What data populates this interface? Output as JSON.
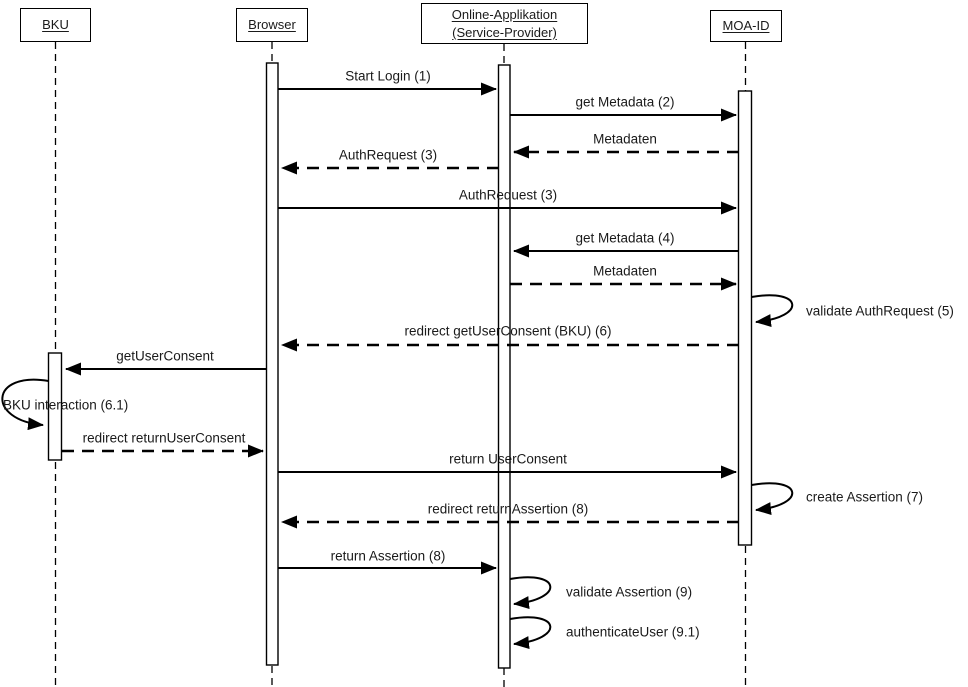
{
  "diagram": {
    "type": "uml-sequence-diagram",
    "background_color": "#ffffff",
    "line_color": "#000000",
    "actors": [
      {
        "id": "bku",
        "label": "BKU"
      },
      {
        "id": "browser",
        "label": "Browser"
      },
      {
        "id": "online-applikation",
        "label": "Online-Applikation (Service-Provider)"
      },
      {
        "id": "moa-id",
        "label": "MOA-ID"
      }
    ],
    "messages": [
      {
        "label": "Start Login (1)",
        "from": "Browser",
        "to": "Online-Applikation (Service-Provider)",
        "style": "solid"
      },
      {
        "label": "get Metadata (2)",
        "from": "Online-Applikation (Service-Provider)",
        "to": "MOA-ID",
        "style": "solid"
      },
      {
        "label": "Metadaten",
        "from": "MOA-ID",
        "to": "Online-Applikation (Service-Provider)",
        "style": "dashed"
      },
      {
        "label": "AuthRequest (3)",
        "from": "Online-Applikation (Service-Provider)",
        "to": "Browser",
        "style": "dashed"
      },
      {
        "label": "AuthRequest (3)",
        "from": "Browser",
        "to": "MOA-ID",
        "style": "solid"
      },
      {
        "label": "get Metadata (4)",
        "from": "MOA-ID",
        "to": "Online-Applikation (Service-Provider)",
        "style": "solid"
      },
      {
        "label": "Metadaten",
        "from": "Online-Applikation (Service-Provider)",
        "to": "MOA-ID",
        "style": "dashed"
      },
      {
        "label": "validate AuthRequest (5)",
        "from": "MOA-ID",
        "to": "MOA-ID",
        "style": "self"
      },
      {
        "label": "redirect getUserConsent (BKU) (6)",
        "from": "MOA-ID",
        "to": "Browser",
        "style": "dashed"
      },
      {
        "label": "getUserConsent",
        "from": "Browser",
        "to": "BKU",
        "style": "solid"
      },
      {
        "label": "BKU interaction (6.1)",
        "from": "BKU",
        "to": "BKU",
        "style": "self"
      },
      {
        "label": "redirect returnUserConsent",
        "from": "BKU",
        "to": "Browser",
        "style": "dashed"
      },
      {
        "label": "return UserConsent",
        "from": "Browser",
        "to": "MOA-ID",
        "style": "solid"
      },
      {
        "label": "create Assertion (7)",
        "from": "MOA-ID",
        "to": "MOA-ID",
        "style": "self"
      },
      {
        "label": "redirect returnAssertion (8)",
        "from": "MOA-ID",
        "to": "Browser",
        "style": "dashed"
      },
      {
        "label": "return Assertion (8)",
        "from": "Browser",
        "to": "Online-Applikation (Service-Provider)",
        "style": "solid"
      },
      {
        "label": "validate Assertion (9)",
        "from": "Online-Applikation (Service-Provider)",
        "to": "Online-Applikation (Service-Provider)",
        "style": "self"
      },
      {
        "label": "authenticateUser (9.1)",
        "from": "Online-Applikation (Service-Provider)",
        "to": "Online-Applikation (Service-Provider)",
        "style": "self"
      }
    ]
  }
}
